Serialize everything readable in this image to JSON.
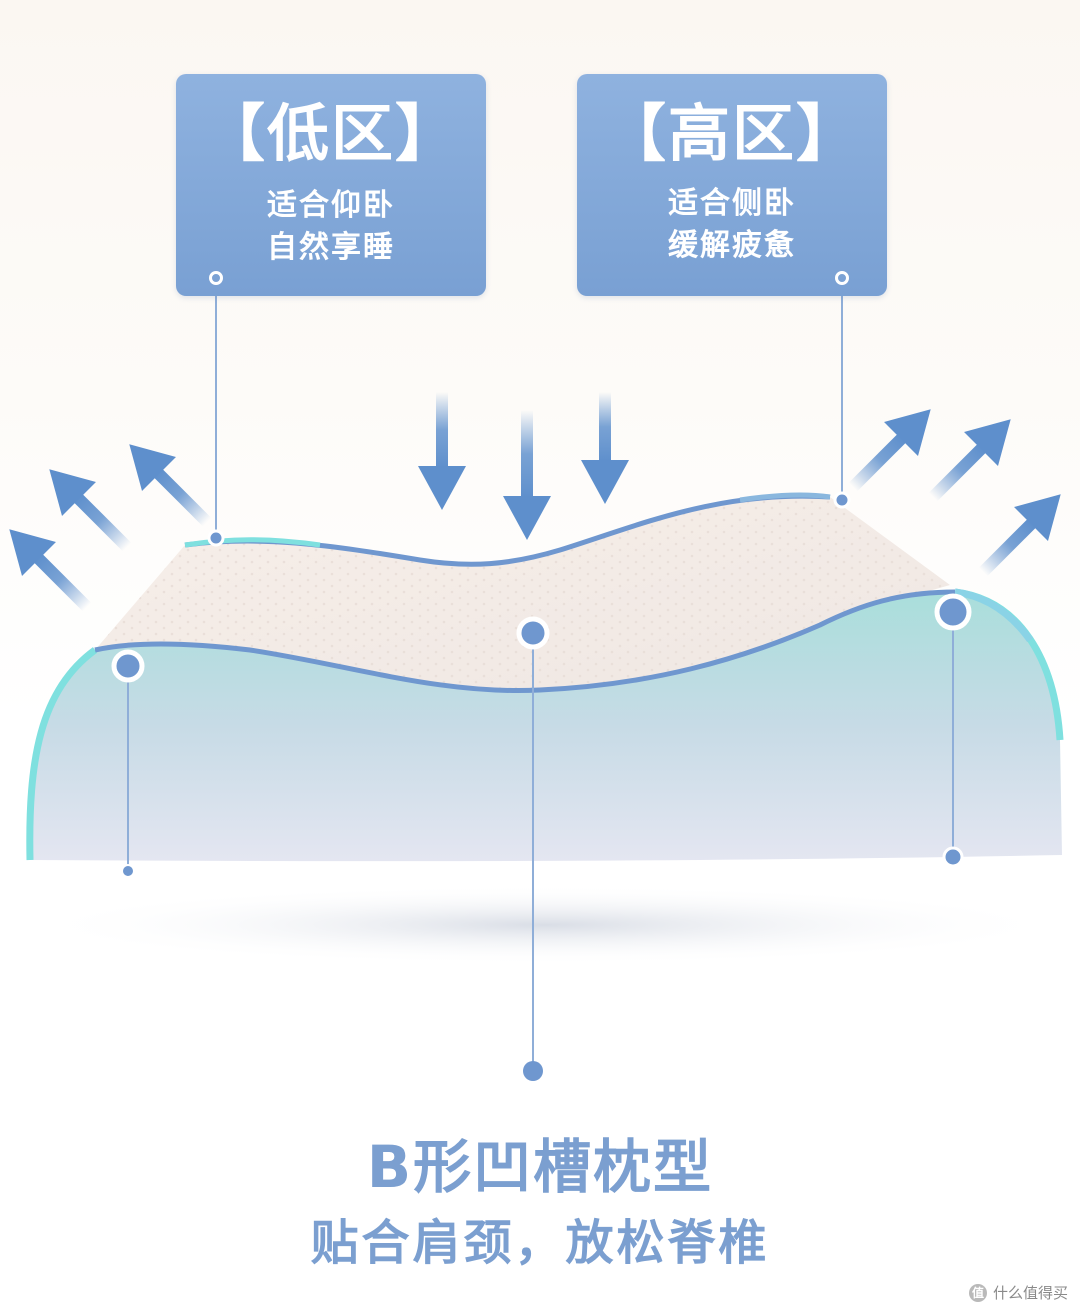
{
  "callouts": {
    "low": {
      "title": "【低区】",
      "line1": "适合仰卧",
      "line2": "自然享睡"
    },
    "high": {
      "title": "【高区】",
      "line1": "适合侧卧",
      "line2": "缓解疲惫"
    }
  },
  "headline": "B形凹槽枕型",
  "subline": "贴合肩颈，放松脊椎",
  "watermark": {
    "text": "什么值得买",
    "icon": "值"
  },
  "colors": {
    "accent_blue": "#7b9fd0",
    "callout_blue": "#86aadb",
    "teal_edge": "#7fe0df",
    "foam_top": "#f3ece7",
    "arrow_blue": "#5e8fcc"
  }
}
